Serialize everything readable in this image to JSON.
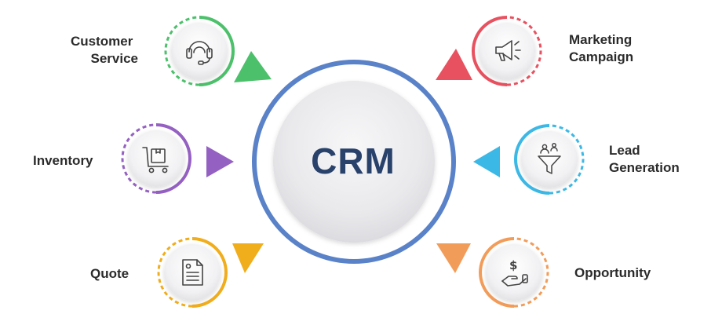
{
  "center": {
    "label": "CRM",
    "ring_color": "#5a82c8",
    "text_color": "#29426b"
  },
  "nodes": [
    {
      "id": "customer-service",
      "label_lines": [
        "Customer",
        "Service"
      ],
      "icon": "headset-icon",
      "color": "#4cc06b",
      "side": "left"
    },
    {
      "id": "inventory",
      "label_lines": [
        "Inventory"
      ],
      "icon": "cart-box-icon",
      "color": "#9460c2",
      "side": "left"
    },
    {
      "id": "quote",
      "label_lines": [
        "Quote"
      ],
      "icon": "document-icon",
      "color": "#f0ad1c",
      "side": "left"
    },
    {
      "id": "marketing-campaign",
      "label_lines": [
        "Marketing",
        "Campaign"
      ],
      "icon": "megaphone-icon",
      "color": "#e8515f",
      "side": "right"
    },
    {
      "id": "lead-generation",
      "label_lines": [
        "Lead",
        "Generation"
      ],
      "icon": "funnel-people-icon",
      "color": "#3bb8e6",
      "side": "right"
    },
    {
      "id": "opportunity",
      "label_lines": [
        "Opportunity"
      ],
      "icon": "hand-dollar-icon",
      "color": "#f29c5a",
      "side": "right"
    }
  ]
}
